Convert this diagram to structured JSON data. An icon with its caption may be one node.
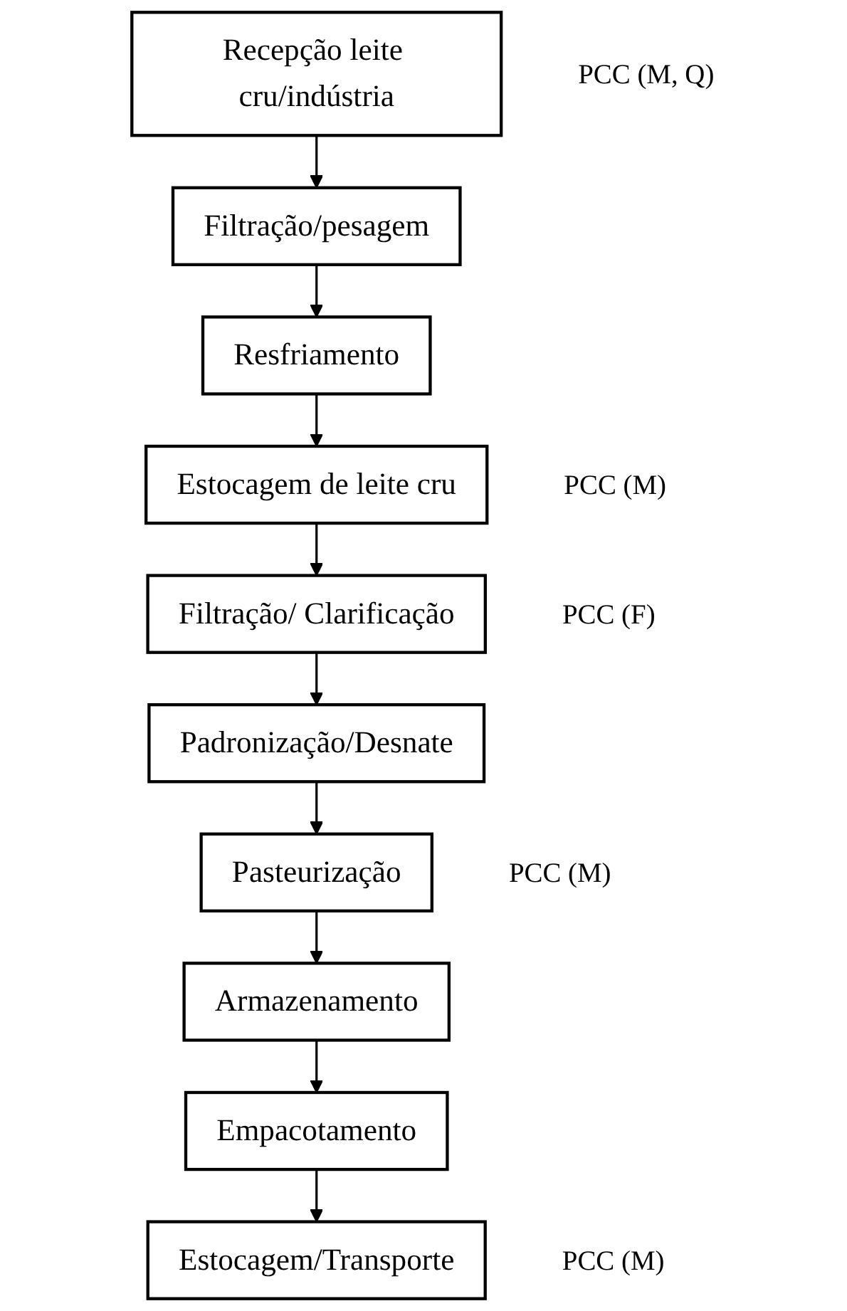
{
  "diagram": {
    "nodes": [
      {
        "text": [
          "Recepção leite cru/indústria"
        ],
        "beside": [
          "PCC (M, Q)"
        ]
      },
      {
        "text": [
          "Filtração/pesagem"
        ]
      },
      {
        "text": [
          "Resfriamento"
        ]
      },
      {
        "text": [
          "Estocagem de leite cru"
        ],
        "beside": [
          "PCC (M)"
        ]
      },
      {
        "text": [
          "Filtração/ Clarificação"
        ],
        "beside": [
          "PCC (F)"
        ]
      },
      {
        "text": [
          "Padronização/Desnate"
        ]
      },
      {
        "text": [
          "Pasteurização"
        ],
        "beside": [
          "PCC (M)"
        ]
      },
      {
        "text": [
          "Armazenamento"
        ]
      },
      {
        "text": [
          "Empacotamento"
        ]
      },
      {
        "text": [
          "Estocagem/Transporte"
        ],
        "beside": [
          "PCC (M)"
        ]
      }
    ],
    "edges": [
      {
        "from": 0,
        "to": 1,
        "arrow": "to"
      },
      {
        "from": 1,
        "to": 2,
        "arrow": "to"
      },
      {
        "from": 2,
        "to": 3,
        "arrow": "to"
      },
      {
        "from": 3,
        "to": 4,
        "arrow": "to"
      },
      {
        "from": 4,
        "to": 5,
        "arrow": "to"
      },
      {
        "from": 5,
        "to": 6,
        "arrow": "to"
      },
      {
        "from": 6,
        "to": 7,
        "arrow": "to"
      },
      {
        "from": 7,
        "to": 8,
        "arrow": "to"
      },
      {
        "from": 8,
        "to": 9,
        "arrow": "to"
      }
    ]
  }
}
